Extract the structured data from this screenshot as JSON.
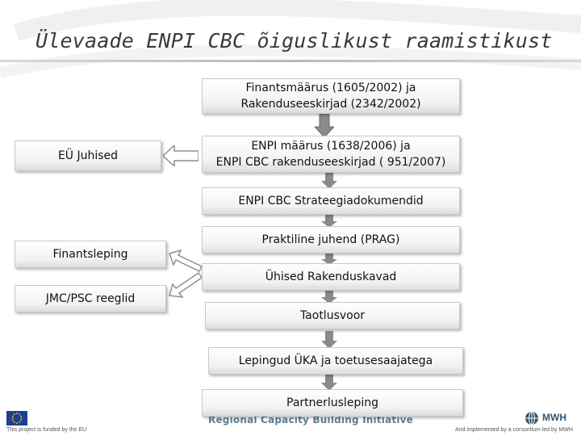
{
  "title": "Ülevaade ENPI CBC õiguslikust raamistikust",
  "boxes": {
    "finantsmaarus": "Finantsmäärus (1605/2002) ja\nRakenduseeskirjad (2342/2002)",
    "enpi_maarus": "ENPI määrus (1638/2006) ja\nENPI CBC rakenduseeskirjad ( 951/2007)",
    "eu_juhised": "EÜ Juhised",
    "strateegia": "ENPI CBC  Strateegiadokumendid",
    "prag": "Praktiline juhend (PRAG)",
    "finantsleping": "Finantsleping",
    "rakenduskavad": "Ühised Rakenduskavad",
    "jmc_psc": "JMC/PSC reeglid",
    "taotlusvoor": "Taotlusvoor",
    "lepingud": "Lepingud ÜKA ja toetusesaajatega",
    "partnerlus": "Partnerlusleping"
  },
  "footer": {
    "left": "This project is funded by the EU",
    "banner": "Regional Capacity Building Initiative",
    "right": "And implemented by a consortium led by MWH",
    "logo_text": "MWH"
  },
  "colors": {
    "arrow_fill": "#8a8a8a",
    "eu_blue": "#1d3e97",
    "eu_star": "#ffdd00"
  }
}
